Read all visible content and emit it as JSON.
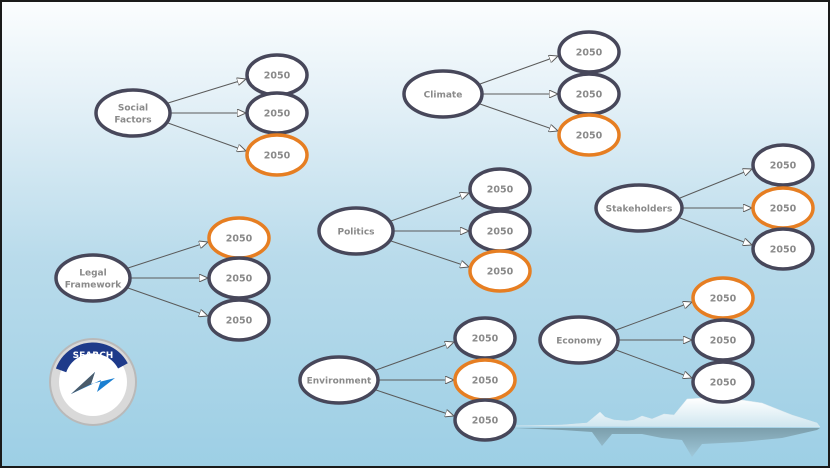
{
  "colors": {
    "node_border": "#47475a",
    "highlight_border": "#e67e22",
    "node_fill": "#ffffff",
    "text": "#8a8a8a",
    "edge": "#5a5a5a"
  },
  "logo": {
    "text": "SEARCH",
    "icon": "search-logo"
  },
  "groups": [
    {
      "id": "social",
      "label": [
        "Social",
        "Factors"
      ],
      "targets": [
        {
          "label": "2050",
          "highlight": false
        },
        {
          "label": "2050",
          "highlight": false
        },
        {
          "label": "2050",
          "highlight": true
        }
      ]
    },
    {
      "id": "climate",
      "label": [
        "Climate"
      ],
      "targets": [
        {
          "label": "2050",
          "highlight": false
        },
        {
          "label": "2050",
          "highlight": false
        },
        {
          "label": "2050",
          "highlight": true
        }
      ]
    },
    {
      "id": "stakeholders",
      "label": [
        "Stakeholders"
      ],
      "targets": [
        {
          "label": "2050",
          "highlight": false
        },
        {
          "label": "2050",
          "highlight": true
        },
        {
          "label": "2050",
          "highlight": false
        }
      ]
    },
    {
      "id": "politics",
      "label": [
        "Politics"
      ],
      "targets": [
        {
          "label": "2050",
          "highlight": false
        },
        {
          "label": "2050",
          "highlight": false
        },
        {
          "label": "2050",
          "highlight": true
        }
      ]
    },
    {
      "id": "legal",
      "label": [
        "Legal",
        "Framework"
      ],
      "targets": [
        {
          "label": "2050",
          "highlight": true
        },
        {
          "label": "2050",
          "highlight": false
        },
        {
          "label": "2050",
          "highlight": false
        }
      ]
    },
    {
      "id": "economy",
      "label": [
        "Economy"
      ],
      "targets": [
        {
          "label": "2050",
          "highlight": true
        },
        {
          "label": "2050",
          "highlight": false
        },
        {
          "label": "2050",
          "highlight": false
        }
      ]
    },
    {
      "id": "environment",
      "label": [
        "Environment"
      ],
      "targets": [
        {
          "label": "2050",
          "highlight": false
        },
        {
          "label": "2050",
          "highlight": true
        },
        {
          "label": "2050",
          "highlight": false
        }
      ]
    }
  ]
}
